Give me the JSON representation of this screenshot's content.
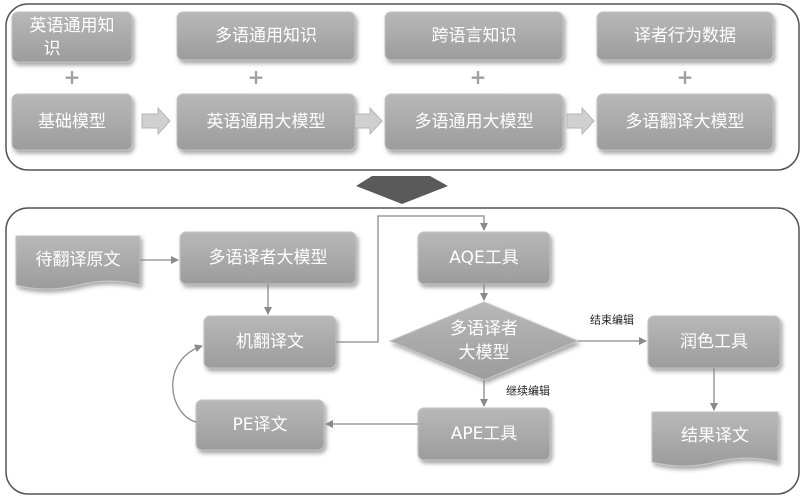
{
  "pipeline": {
    "knowledge": [
      "英语通用知识",
      "多语通用知识",
      "跨语言知识",
      "译者行为数据"
    ],
    "models": [
      "基础模型",
      "英语通用大模型",
      "多语通用大模型",
      "多语翻译大模型"
    ],
    "plus_symbol": "+"
  },
  "workflow": {
    "source_text": "待翻译原文",
    "translator_model": "多语译者大模型",
    "mt_output": "机翻译文",
    "aqe_tool": "AQE工具",
    "decision": "多语译者大模型",
    "end_edit_label": "结束编辑",
    "continue_edit_label": "继续编辑",
    "polish_tool": "润色工具",
    "ape_tool": "APE工具",
    "pe_output": "PE译文",
    "final_output": "结果译文"
  },
  "colors": {
    "box_fill": "#a9a9a9",
    "box_stroke": "#bdbdbd",
    "arrow_fill": "#cccccc",
    "line": "#8a8a8a",
    "big_arrow": "#5a5a5a",
    "panel_stroke": "#555555"
  }
}
